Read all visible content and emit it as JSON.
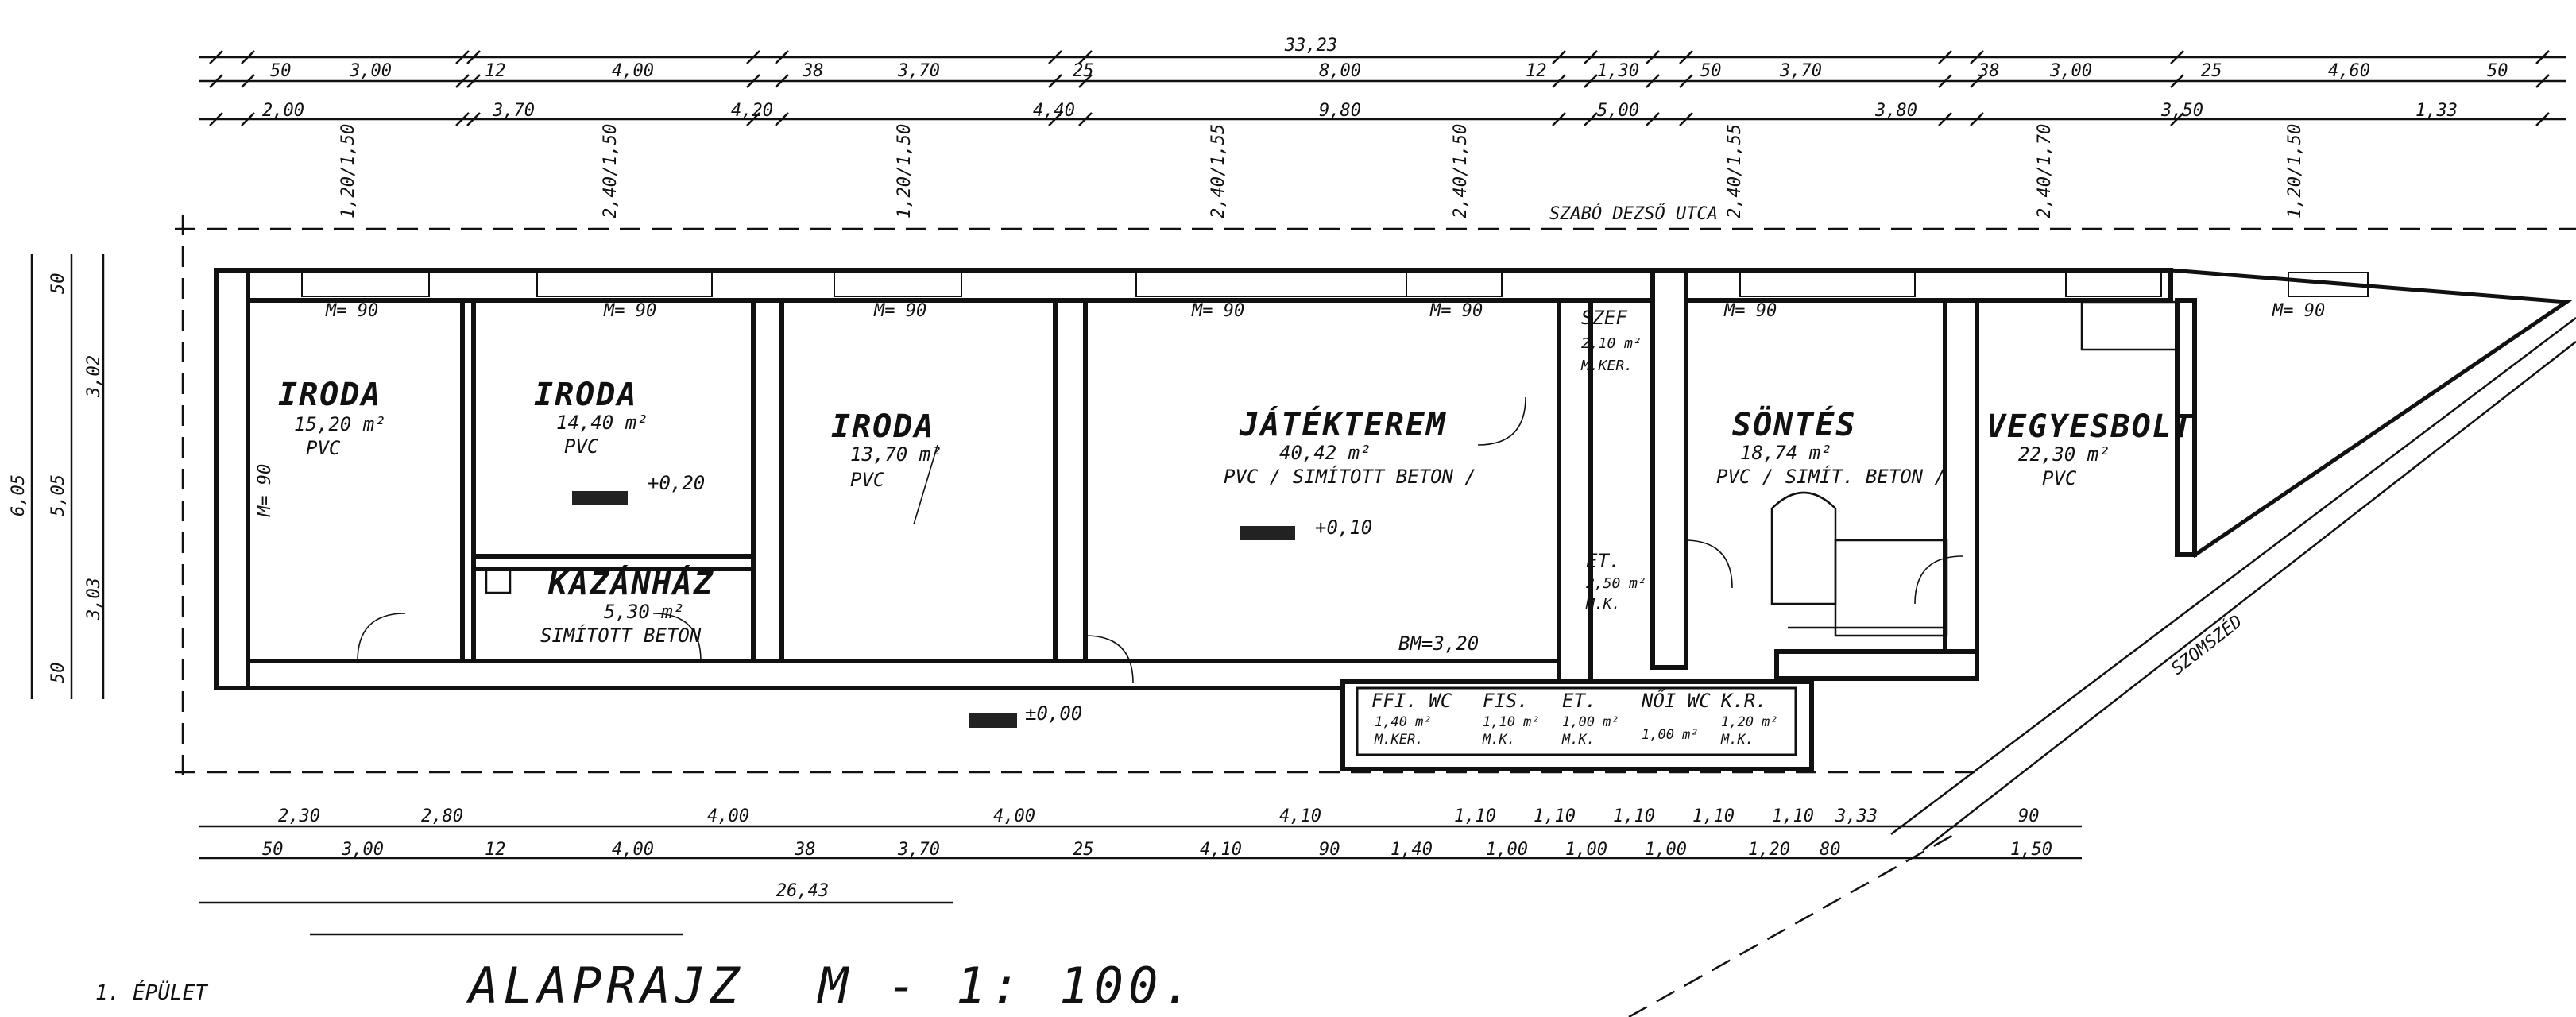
{
  "title": "ALAPRAJZ",
  "scale": "M - 1: 100.",
  "building_label": "1. ÉPÜLET",
  "street_label": "SZABÓ DEZSŐ UTCA",
  "side_label": "SZOMSZÉD",
  "overall_top": "33,23",
  "overall_bottom": "26,43",
  "rooms": [
    {
      "name": "IRODA",
      "area": "15,20 m²",
      "floor": "PVC"
    },
    {
      "name": "IRODA",
      "area": "14,40 m²",
      "floor": "PVC"
    },
    {
      "name": "IRODA",
      "area": "13,70 m²",
      "floor": "PVC"
    },
    {
      "name": "JÁTÉKTEREM",
      "area": "40,42 m²",
      "floor": "PVC / SIMÍTOTT BETON /"
    },
    {
      "name": "SÖNTÉS",
      "area": "18,74 m²",
      "floor": "PVC / SIMÍT. BETON /"
    },
    {
      "name": "VEGYESBOLT",
      "area": "22,30 m²",
      "floor": "PVC"
    },
    {
      "name": "KAZÁNHÁZ",
      "area": "5,30 m²",
      "floor": "SIMÍTOTT BETON"
    },
    {
      "name": "SZEF",
      "area": "2,10 m²",
      "floor": "M.KER."
    },
    {
      "name": "ET.",
      "area": "2,50 m²",
      "floor": "M.K."
    },
    {
      "name": "FFI. WC",
      "area": "1,40 m²",
      "floor": "M.KER."
    },
    {
      "name": "FIS.",
      "area": "1,10 m²",
      "floor": "M.K."
    },
    {
      "name": "ET.",
      "area": "1,00 m²",
      "floor": "M.K."
    },
    {
      "name": "NŐI WC",
      "area": "1,00 m²",
      "floor": ""
    },
    {
      "name": "K.R.",
      "area": "1,20 m²",
      "floor": "M.K."
    }
  ],
  "heights": [
    "M= 90",
    "M= 90",
    "M= 90",
    "M= 90",
    "M= 90",
    "M= 90",
    "M= 90",
    "M= 90"
  ],
  "beam": "BM=3,20",
  "levels": [
    "+0,20",
    "+0,10",
    "±0,00"
  ],
  "left_dims": [
    "6,05",
    "5,05",
    "3,02",
    "3,03",
    "50",
    "50"
  ],
  "top_row1": [
    "50",
    "3,00",
    "12",
    "4,00",
    "38",
    "3,70",
    "25",
    "8,00",
    "12",
    "1,30",
    "50",
    "3,70",
    "38",
    "3,00",
    "25",
    "4,60",
    "50"
  ],
  "top_row2": [
    "2,00",
    "3,70",
    "4,20",
    "4,40",
    "9,80",
    "5,00",
    "3,80",
    "3,50",
    "1,33"
  ],
  "bottom_row1": [
    "2,30",
    "2,80",
    "4,00",
    "4,00",
    "4,10",
    "1,10",
    "1,10",
    "1,10",
    "1,10",
    "1,10",
    "3,33",
    "90"
  ],
  "bottom_row2": [
    "50",
    "3,00",
    "12",
    "4,00",
    "38",
    "3,70",
    "25",
    "4,10",
    "90",
    "1,40",
    "1,00",
    "1,00",
    "1,00",
    "1,20",
    "80",
    "1,50"
  ],
  "opening_dims": [
    "1,20/1,50",
    "2,40/1,50",
    "1,20/1,50",
    "2,40/1,55",
    "2,40/1,50",
    "2,40/1,55",
    "2,40/1,70",
    "1,20/1,50"
  ]
}
